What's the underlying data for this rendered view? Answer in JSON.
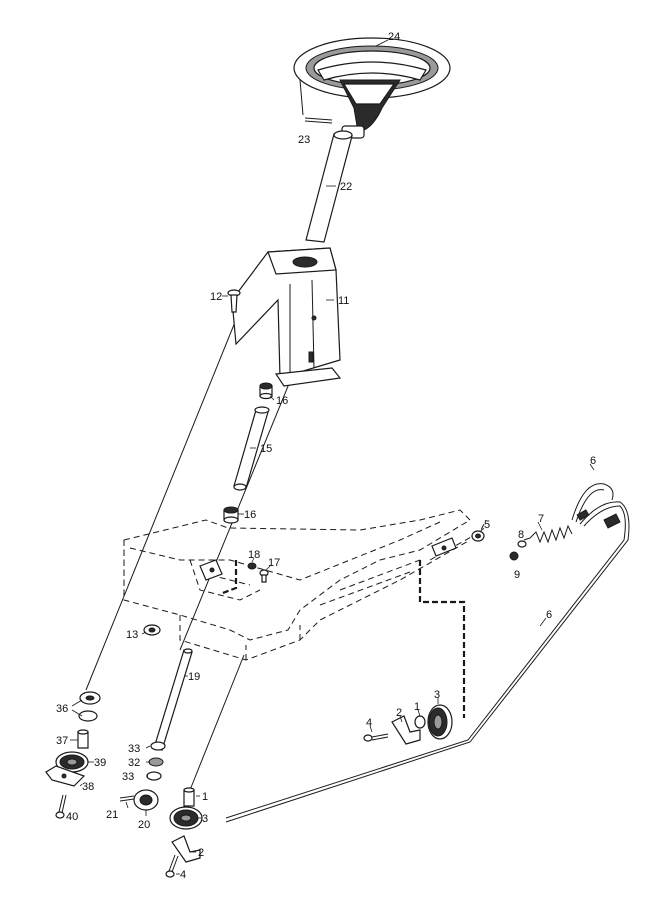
{
  "diagram": {
    "type": "exploded parts diagram",
    "callouts": {
      "c24": "24",
      "c23": "23",
      "c22": "22",
      "c12": "12",
      "c11": "11",
      "c16a": "16",
      "c15": "15",
      "c16b": "16",
      "c5": "5",
      "c6a": "6",
      "c7": "7",
      "c8": "8",
      "c9": "9",
      "c18": "18",
      "c17": "17",
      "c6b": "6",
      "c13": "13",
      "c19": "19",
      "c3a": "3",
      "c4a": "4",
      "c2a": "2",
      "c1a": "1",
      "c36": "36",
      "c37": "37",
      "c39": "39",
      "c38": "38",
      "c40": "40",
      "c33a": "33",
      "c32": "32",
      "c33b": "33",
      "c21": "21",
      "c20": "20",
      "c1b": "1",
      "c3b": "3",
      "c2b": "2",
      "c4b": "4"
    }
  }
}
